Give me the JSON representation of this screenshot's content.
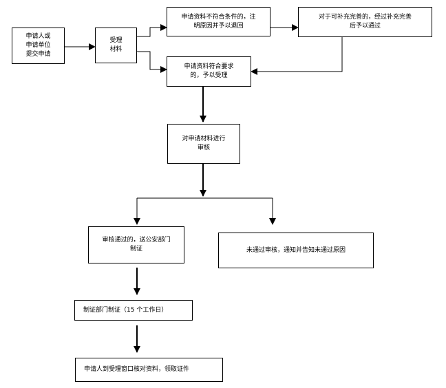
{
  "boxes": {
    "applicant": "申请人或\n申请单位\n提交申请",
    "accept": "受理\n材料",
    "not_meet": "申请资料不符合条件的，注\n明原因并予以退回",
    "supplement": "对于可补充完善的，经过补充完善\n后予以通过",
    "meet": "申请资料符合要求\n的，予以受理",
    "review": "对申请材料进行\n审核",
    "passed": "审核通过的，送公安部门\n制证",
    "failed": "未通过审核，通知并告知未通过原因",
    "produce": "制证部门制证（15 个工作日）",
    "collect": "申请人到受理窗口核对资料，领取证件"
  }
}
